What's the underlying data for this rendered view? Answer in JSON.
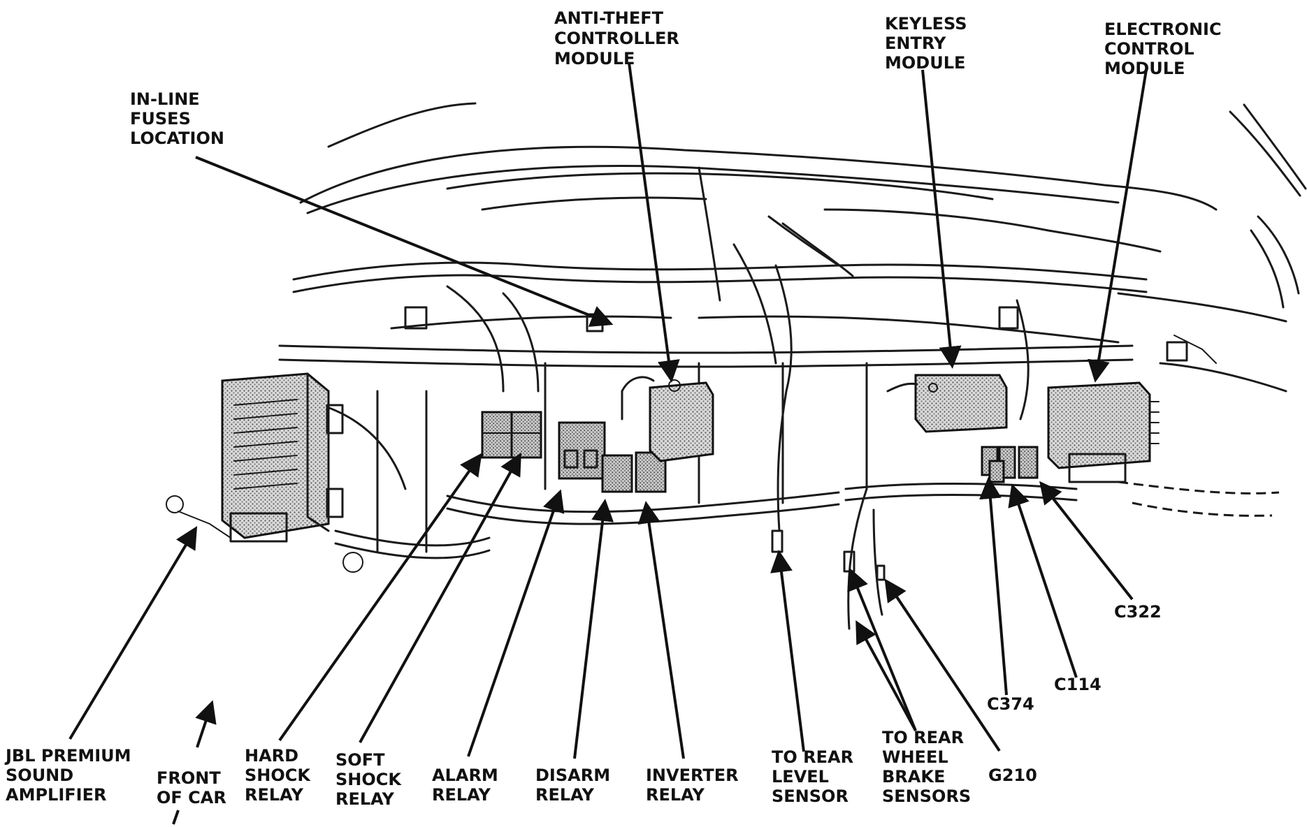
{
  "labels": {
    "anti_theft_module": [
      "ANTI-THEFT",
      "CONTROLLER",
      "MODULE"
    ],
    "keyless_entry_module": [
      "KEYLESS",
      "ENTRY",
      "MODULE"
    ],
    "electronic_control_module": [
      "ELECTRONIC",
      "CONTROL",
      "MODULE"
    ],
    "inline_fuses_location": [
      "IN-LINE",
      "FUSES",
      "LOCATION"
    ],
    "jbl_amplifier": [
      "JBL PREMIUM",
      "SOUND",
      "AMPLIFIER"
    ],
    "front_of_car": [
      "FRONT",
      "OF CAR"
    ],
    "hard_shock_relay": [
      "HARD",
      "SHOCK",
      "RELAY"
    ],
    "soft_shock_relay": [
      "SOFT",
      "SHOCK",
      "RELAY"
    ],
    "alarm_relay": [
      "ALARM",
      "RELAY"
    ],
    "disarm_relay": [
      "DISARM",
      "RELAY"
    ],
    "inverter_relay": [
      "INVERTER",
      "RELAY"
    ],
    "rear_level_sensor": [
      "TO REAR",
      "LEVEL",
      "SENSOR"
    ],
    "rear_wheel_brake_sensors": [
      "TO REAR",
      "WHEEL",
      "BRAKE",
      "SENSORS"
    ],
    "g210": [
      "G210"
    ],
    "c374": [
      "C374"
    ],
    "c114": [
      "C114"
    ],
    "c322": [
      "C322"
    ]
  }
}
